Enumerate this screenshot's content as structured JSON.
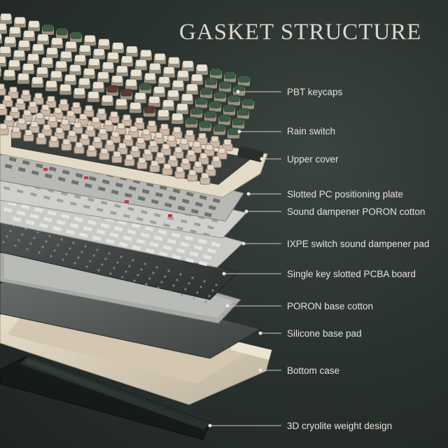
{
  "title": "GASKET STRUCTURE",
  "callouts": [
    "PBT keycaps",
    "Rain switch",
    "Upper cover",
    "Slotted PC positioning plate",
    "Sound dampener PORON cotton",
    "IXPE switch sound dampener pad",
    "Single key slotted PCBA board",
    "PORON base cotton",
    "Silicone base pad",
    "Bottom case",
    "3D cryolite weight design"
  ],
  "colors": {
    "background": "#2b3330",
    "keycap_cream": "#e9e2d2",
    "keycap_green": "#3c5a46",
    "keycap_brown": "#5a3a32",
    "switch_beige": "#cbb9a8",
    "plate_grey": "#cfd0cc",
    "pcb_dark": "#3b3e3c",
    "case_cream": "#ddd3c0",
    "weight_black": "#1c2320",
    "text": "#e6e3da"
  }
}
